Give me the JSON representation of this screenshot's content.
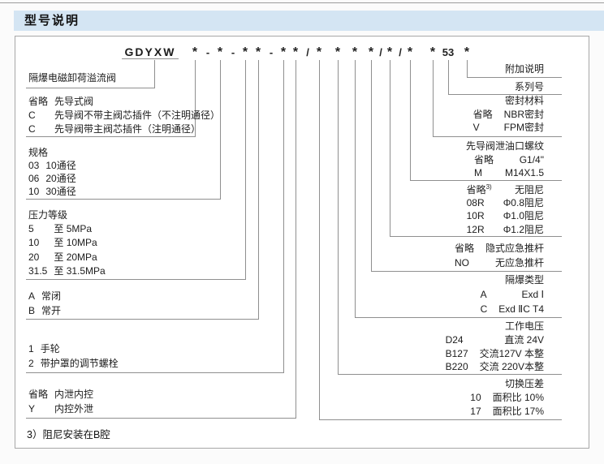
{
  "header": {
    "title": "型号说明"
  },
  "model_code": {
    "prefix": "GDYXW",
    "tokens": [
      "*",
      "-",
      "*",
      "-",
      "*",
      "*",
      "-",
      "*",
      "*",
      "/",
      "*",
      "*",
      "*",
      "*",
      "/",
      "*",
      "/",
      "*",
      "*",
      "53",
      "*"
    ]
  },
  "left_groups": [
    {
      "rows": [
        {
          "code": "",
          "desc": "隔爆电磁卸荷溢流阀"
        }
      ]
    },
    {
      "rows": [
        {
          "code": "省略",
          "desc": "先导式阀"
        },
        {
          "code": "C",
          "desc": "先导阀不带主阀芯插件（不注明通径）"
        },
        {
          "code": "C",
          "desc": "先导阀带主阀芯插件（注明通径）"
        }
      ]
    },
    {
      "title": "规格",
      "rows": [
        {
          "code": "03",
          "desc": "10通径"
        },
        {
          "code": "06",
          "desc": "20通径"
        },
        {
          "code": "10",
          "desc": "30通径"
        }
      ]
    },
    {
      "title": "压力等级",
      "rows": [
        {
          "code": "5",
          "desc": "至  5MPa"
        },
        {
          "code": "10",
          "desc": "至 10MPa"
        },
        {
          "code": "20",
          "desc": "至 20MPa"
        },
        {
          "code": "31.5",
          "desc": "至 31.5MPa"
        }
      ]
    },
    {
      "rows": [
        {
          "code": "A",
          "desc": "常闭"
        },
        {
          "code": "B",
          "desc": "常开"
        }
      ]
    },
    {
      "rows": [
        {
          "code": "1",
          "desc": "手轮"
        },
        {
          "code": "2",
          "desc": "带护罩的调节螺栓"
        }
      ]
    },
    {
      "rows": [
        {
          "code": "省略",
          "desc": "内泄内控"
        },
        {
          "code": "Y",
          "desc": "内控外泄"
        }
      ]
    }
  ],
  "right_groups": [
    {
      "rows": [
        {
          "code": "",
          "desc": "附加说明"
        }
      ]
    },
    {
      "rows": [
        {
          "code": "",
          "desc": "系列号"
        }
      ]
    },
    {
      "title": "密封材料",
      "rows": [
        {
          "code": "省略",
          "desc": "NBR密封"
        },
        {
          "code": "V",
          "desc": "FPM密封"
        }
      ]
    },
    {
      "title": "先导阀泄油口螺纹",
      "rows": [
        {
          "code": "省略",
          "desc": "G1/4\""
        },
        {
          "code": "M",
          "desc": "M14X1.5"
        }
      ]
    },
    {
      "rows": [
        {
          "code": "省略",
          "code_sup": "3)",
          "desc": "无阻尼"
        },
        {
          "code": "08R",
          "desc": "Φ0.8阻尼"
        },
        {
          "code": "10R",
          "desc": "Φ1.0阻尼"
        },
        {
          "code": "12R",
          "desc": "Φ1.2阻尼"
        }
      ]
    },
    {
      "rows": [
        {
          "code": "省略",
          "desc": "隐式应急推杆"
        },
        {
          "code": "NO",
          "desc": "无应急推杆"
        }
      ]
    },
    {
      "title": "隔爆类型",
      "rows": [
        {
          "code": "A",
          "desc": "Exd Ⅰ"
        },
        {
          "code": "C",
          "desc": "Exd ⅡC T4"
        }
      ]
    },
    {
      "title": "工作电压",
      "rows": [
        {
          "code": "D24",
          "desc": "直流 24V"
        },
        {
          "code": "B127",
          "desc": "交流127V 本整"
        },
        {
          "code": "B220",
          "desc": "交流 220V本整"
        }
      ]
    },
    {
      "title": "切换压差",
      "rows": [
        {
          "code": "10",
          "desc": "面积比  10%"
        },
        {
          "code": "17",
          "desc": "面积比  17%"
        }
      ]
    }
  ],
  "footnote": "3）阻尼安装在B腔",
  "colors": {
    "header_bg": "#d4e5f3",
    "line": "#8f8f8f"
  }
}
